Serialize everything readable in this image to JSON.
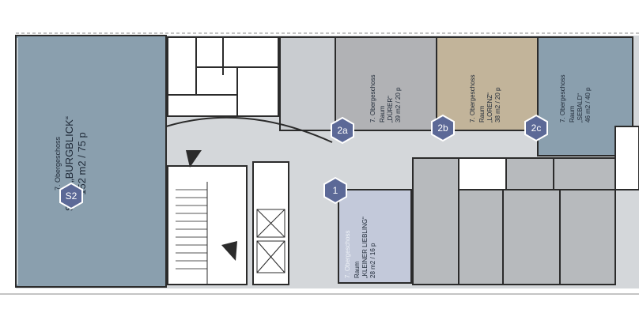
{
  "rooms": {
    "saal": {
      "floor": "7. Obergeschoss",
      "name": "SAAL „BURGBLICK“",
      "info": "152 m2 / 75 p",
      "badge": "S2"
    },
    "duerer": {
      "floor": "7. Obergeschoss",
      "type": "Raum",
      "name": "„DÜRER“",
      "info": "39 m2 / 20 p",
      "badge": "2a"
    },
    "lorenz": {
      "floor": "7. Obergeschoss",
      "type": "Raum",
      "name": "„LORENZ“",
      "info": "38 m2 / 20 p",
      "badge": "2b"
    },
    "sebald": {
      "floor": "7. Obergeschoss",
      "type": "Raum",
      "name": "„SEBALD“",
      "info": "46 m2 / 40 p",
      "badge": "2c"
    },
    "kleiner": {
      "floor": "7. Obergeschoss",
      "type": "Raum",
      "name": "„KLEINER LIEBLING“",
      "info": "28 m2 / 16 p",
      "badge": "1"
    }
  },
  "colors": {
    "saal": "#8a9fae",
    "duerer": "#b1b2b5",
    "lorenz": "#c2b49a",
    "sebald": "#8a9fae",
    "kleiner": "#c3c9da",
    "corridor": "#d4d7da",
    "wall": "#2b2b2b",
    "badge": "#5c6997"
  }
}
